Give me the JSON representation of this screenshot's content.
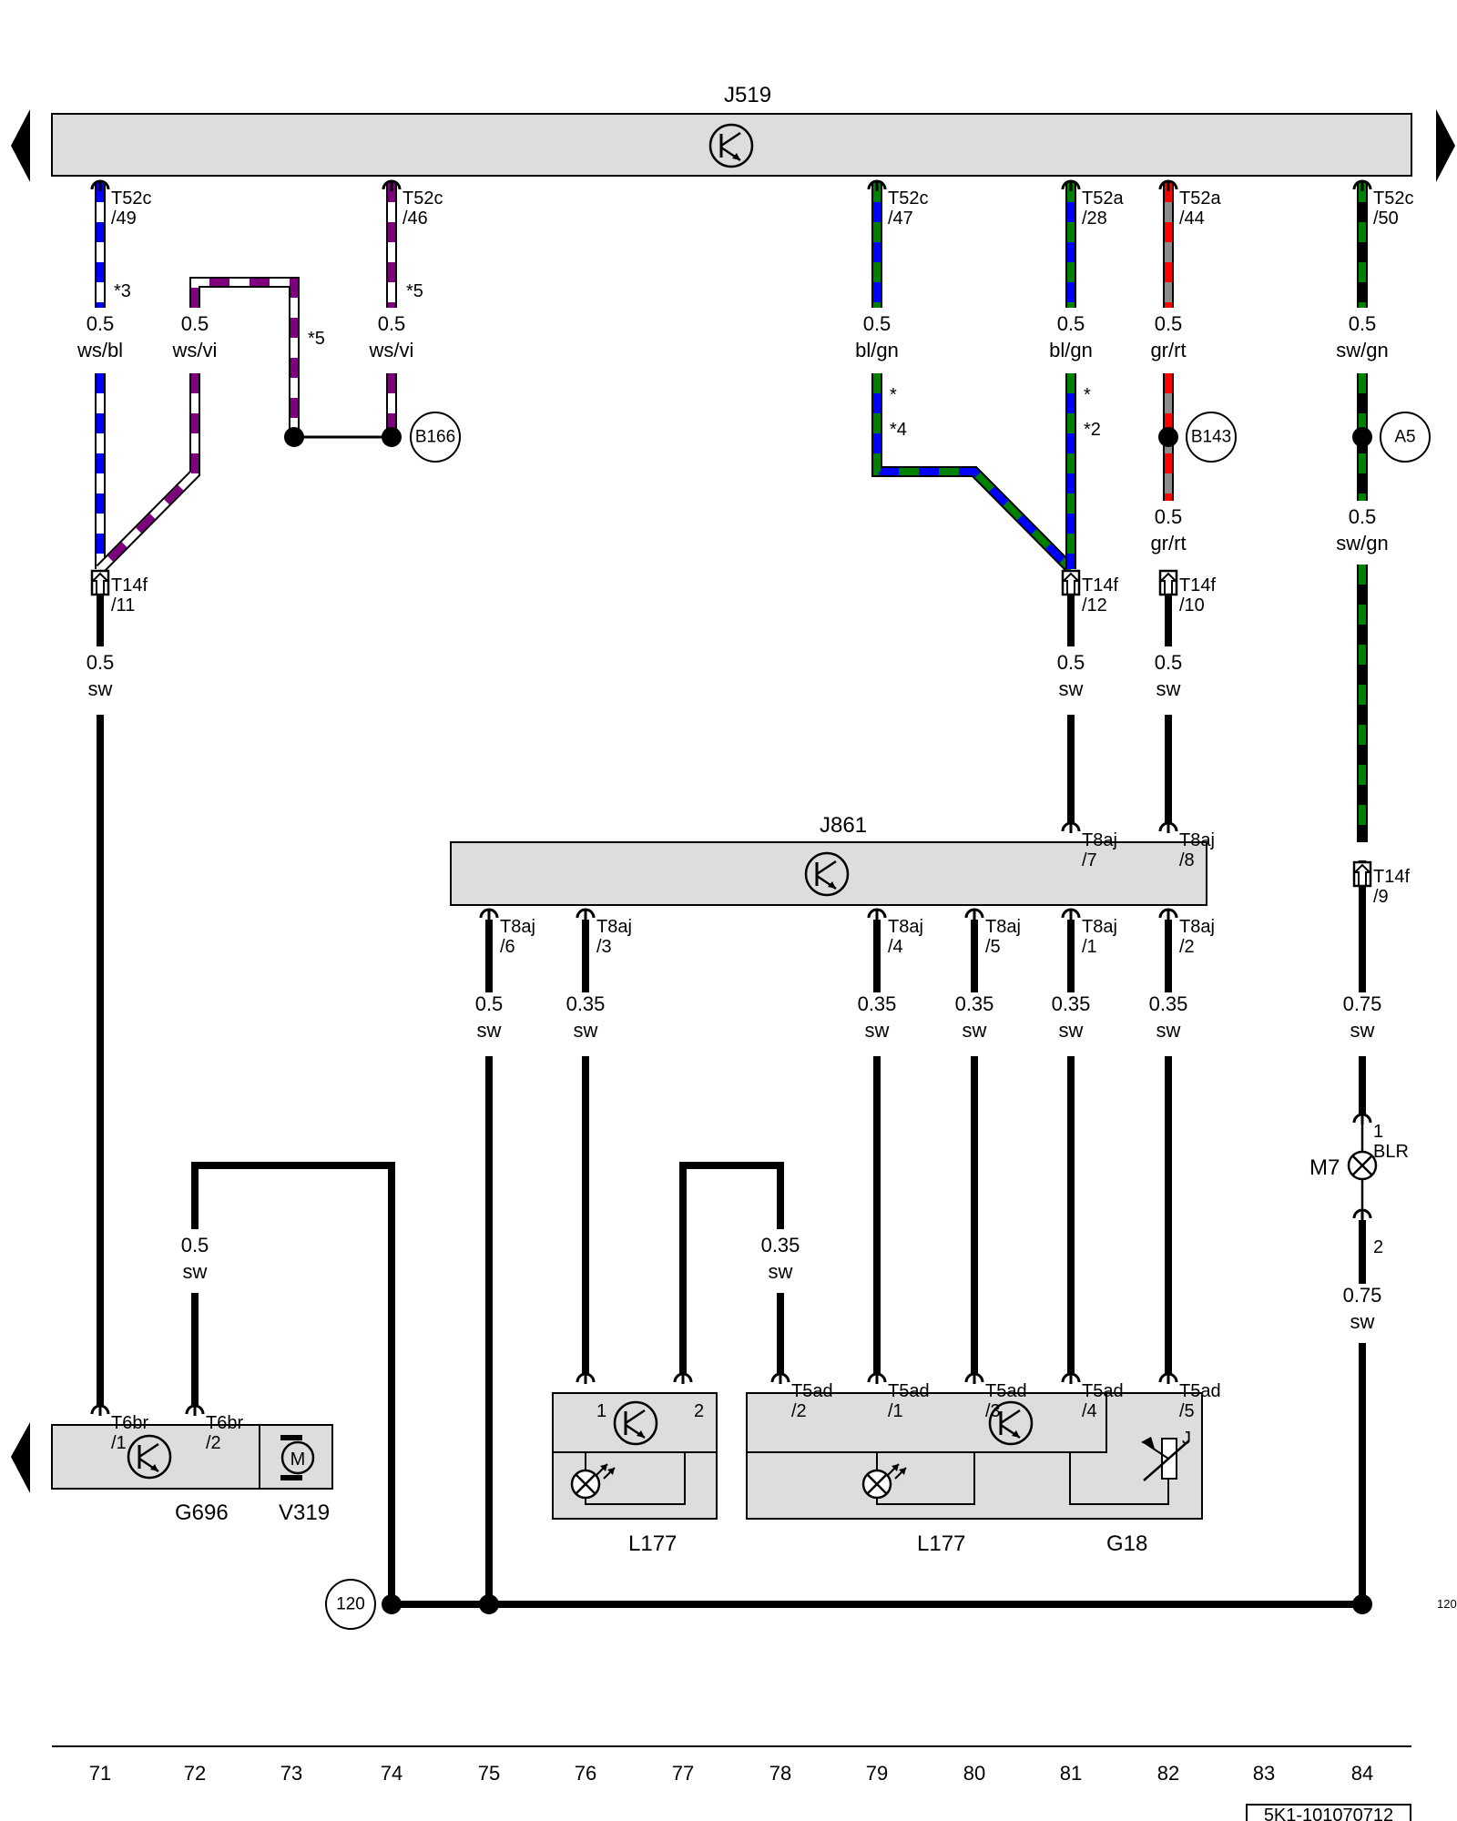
{
  "colors": {
    "ws": "#ffffff",
    "bl": "#0000ff",
    "vi": "#7f007f",
    "gn": "#008000",
    "gr": "#8c8c8c",
    "rt": "#ff0000",
    "sw": "#000000",
    "box": "#dddddd"
  },
  "icons": {
    "control_unit": "transistor-icon",
    "motor": "motor-icon",
    "lamp": "lamp-icon",
    "sensor": "variable-resistor-icon"
  },
  "components": {
    "j519": "J519",
    "j861": "J861",
    "g696": "G696",
    "v319": "V319",
    "l177_a": "L177",
    "l177_b": "L177",
    "g18": "G18",
    "m7": "M7",
    "g18_pin": "J",
    "motor_letter": "M"
  },
  "nodes": {
    "b166": "B166",
    "b143": "B143",
    "a5": "A5",
    "ground": "120"
  },
  "ground_ref": "120",
  "doc_number": "5K1-101070712",
  "footnotes": {
    "s3": "*3",
    "s5a": "*5",
    "s5b": "*5",
    "s_a": "*",
    "s4": "*4",
    "s_b": "*",
    "s2": "*2"
  },
  "connectors": {
    "t52c_49": [
      "T52c",
      "/49"
    ],
    "t52c_46": [
      "T52c",
      "/46"
    ],
    "t52c_47": [
      "T52c",
      "/47"
    ],
    "t52a_28": [
      "T52a",
      "/28"
    ],
    "t52a_44": [
      "T52a",
      "/44"
    ],
    "t52c_50": [
      "T52c",
      "/50"
    ],
    "t14f_11": [
      "T14f",
      "/11"
    ],
    "t14f_12": [
      "T14f",
      "/12"
    ],
    "t14f_10": [
      "T14f",
      "/10"
    ],
    "t14f_9": [
      "T14f",
      "/9"
    ],
    "t8aj_7": [
      "T8aj",
      "/7"
    ],
    "t8aj_8": [
      "T8aj",
      "/8"
    ],
    "t8aj_6": [
      "T8aj",
      "/6"
    ],
    "t8aj_3": [
      "T8aj",
      "/3"
    ],
    "t8aj_4": [
      "T8aj",
      "/4"
    ],
    "t8aj_5": [
      "T8aj",
      "/5"
    ],
    "t8aj_1": [
      "T8aj",
      "/1"
    ],
    "t8aj_2": [
      "T8aj",
      "/2"
    ],
    "t6br_1": [
      "T6br",
      "/1"
    ],
    "t6br_2": [
      "T6br",
      "/2"
    ],
    "l177a_1": [
      "",
      "1"
    ],
    "l177a_2": [
      "",
      "2"
    ],
    "t5ad_2": [
      "T5ad",
      "/2"
    ],
    "t5ad_1": [
      "T5ad",
      "/1"
    ],
    "t5ad_3": [
      "T5ad",
      "/3"
    ],
    "t5ad_4": [
      "T5ad",
      "/4"
    ],
    "t5ad_5": [
      "T5ad",
      "/5"
    ],
    "blr_1": [
      "1",
      "BLR"
    ],
    "blr_2": [
      "",
      "2"
    ]
  },
  "wires": {
    "w71a": [
      "0.5",
      "ws/bl"
    ],
    "w72a": [
      "0.5",
      "ws/vi"
    ],
    "w74a": [
      "0.5",
      "ws/vi"
    ],
    "w79a": [
      "0.5",
      "bl/gn"
    ],
    "w81a": [
      "0.5",
      "bl/gn"
    ],
    "w82a": [
      "0.5",
      "gr/rt"
    ],
    "w84a": [
      "0.5",
      "sw/gn"
    ],
    "w82b": [
      "0.5",
      "gr/rt"
    ],
    "w84b": [
      "0.5",
      "sw/gn"
    ],
    "w71b": [
      "0.5",
      "sw"
    ],
    "w81b": [
      "0.5",
      "sw"
    ],
    "w82c": [
      "0.5",
      "sw"
    ],
    "w75": [
      "0.5",
      "sw"
    ],
    "w76": [
      "0.35",
      "sw"
    ],
    "w79": [
      "0.35",
      "sw"
    ],
    "w80": [
      "0.35",
      "sw"
    ],
    "w81c": [
      "0.35",
      "sw"
    ],
    "w82d": [
      "0.35",
      "sw"
    ],
    "w84c": [
      "0.75",
      "sw"
    ],
    "w72b": [
      "0.5",
      "sw"
    ],
    "w78": [
      "0.35",
      "sw"
    ],
    "w84d": [
      "0.75",
      "sw"
    ]
  },
  "columns": [
    "71",
    "72",
    "73",
    "74",
    "75",
    "76",
    "77",
    "78",
    "79",
    "80",
    "81",
    "82",
    "83",
    "84"
  ]
}
